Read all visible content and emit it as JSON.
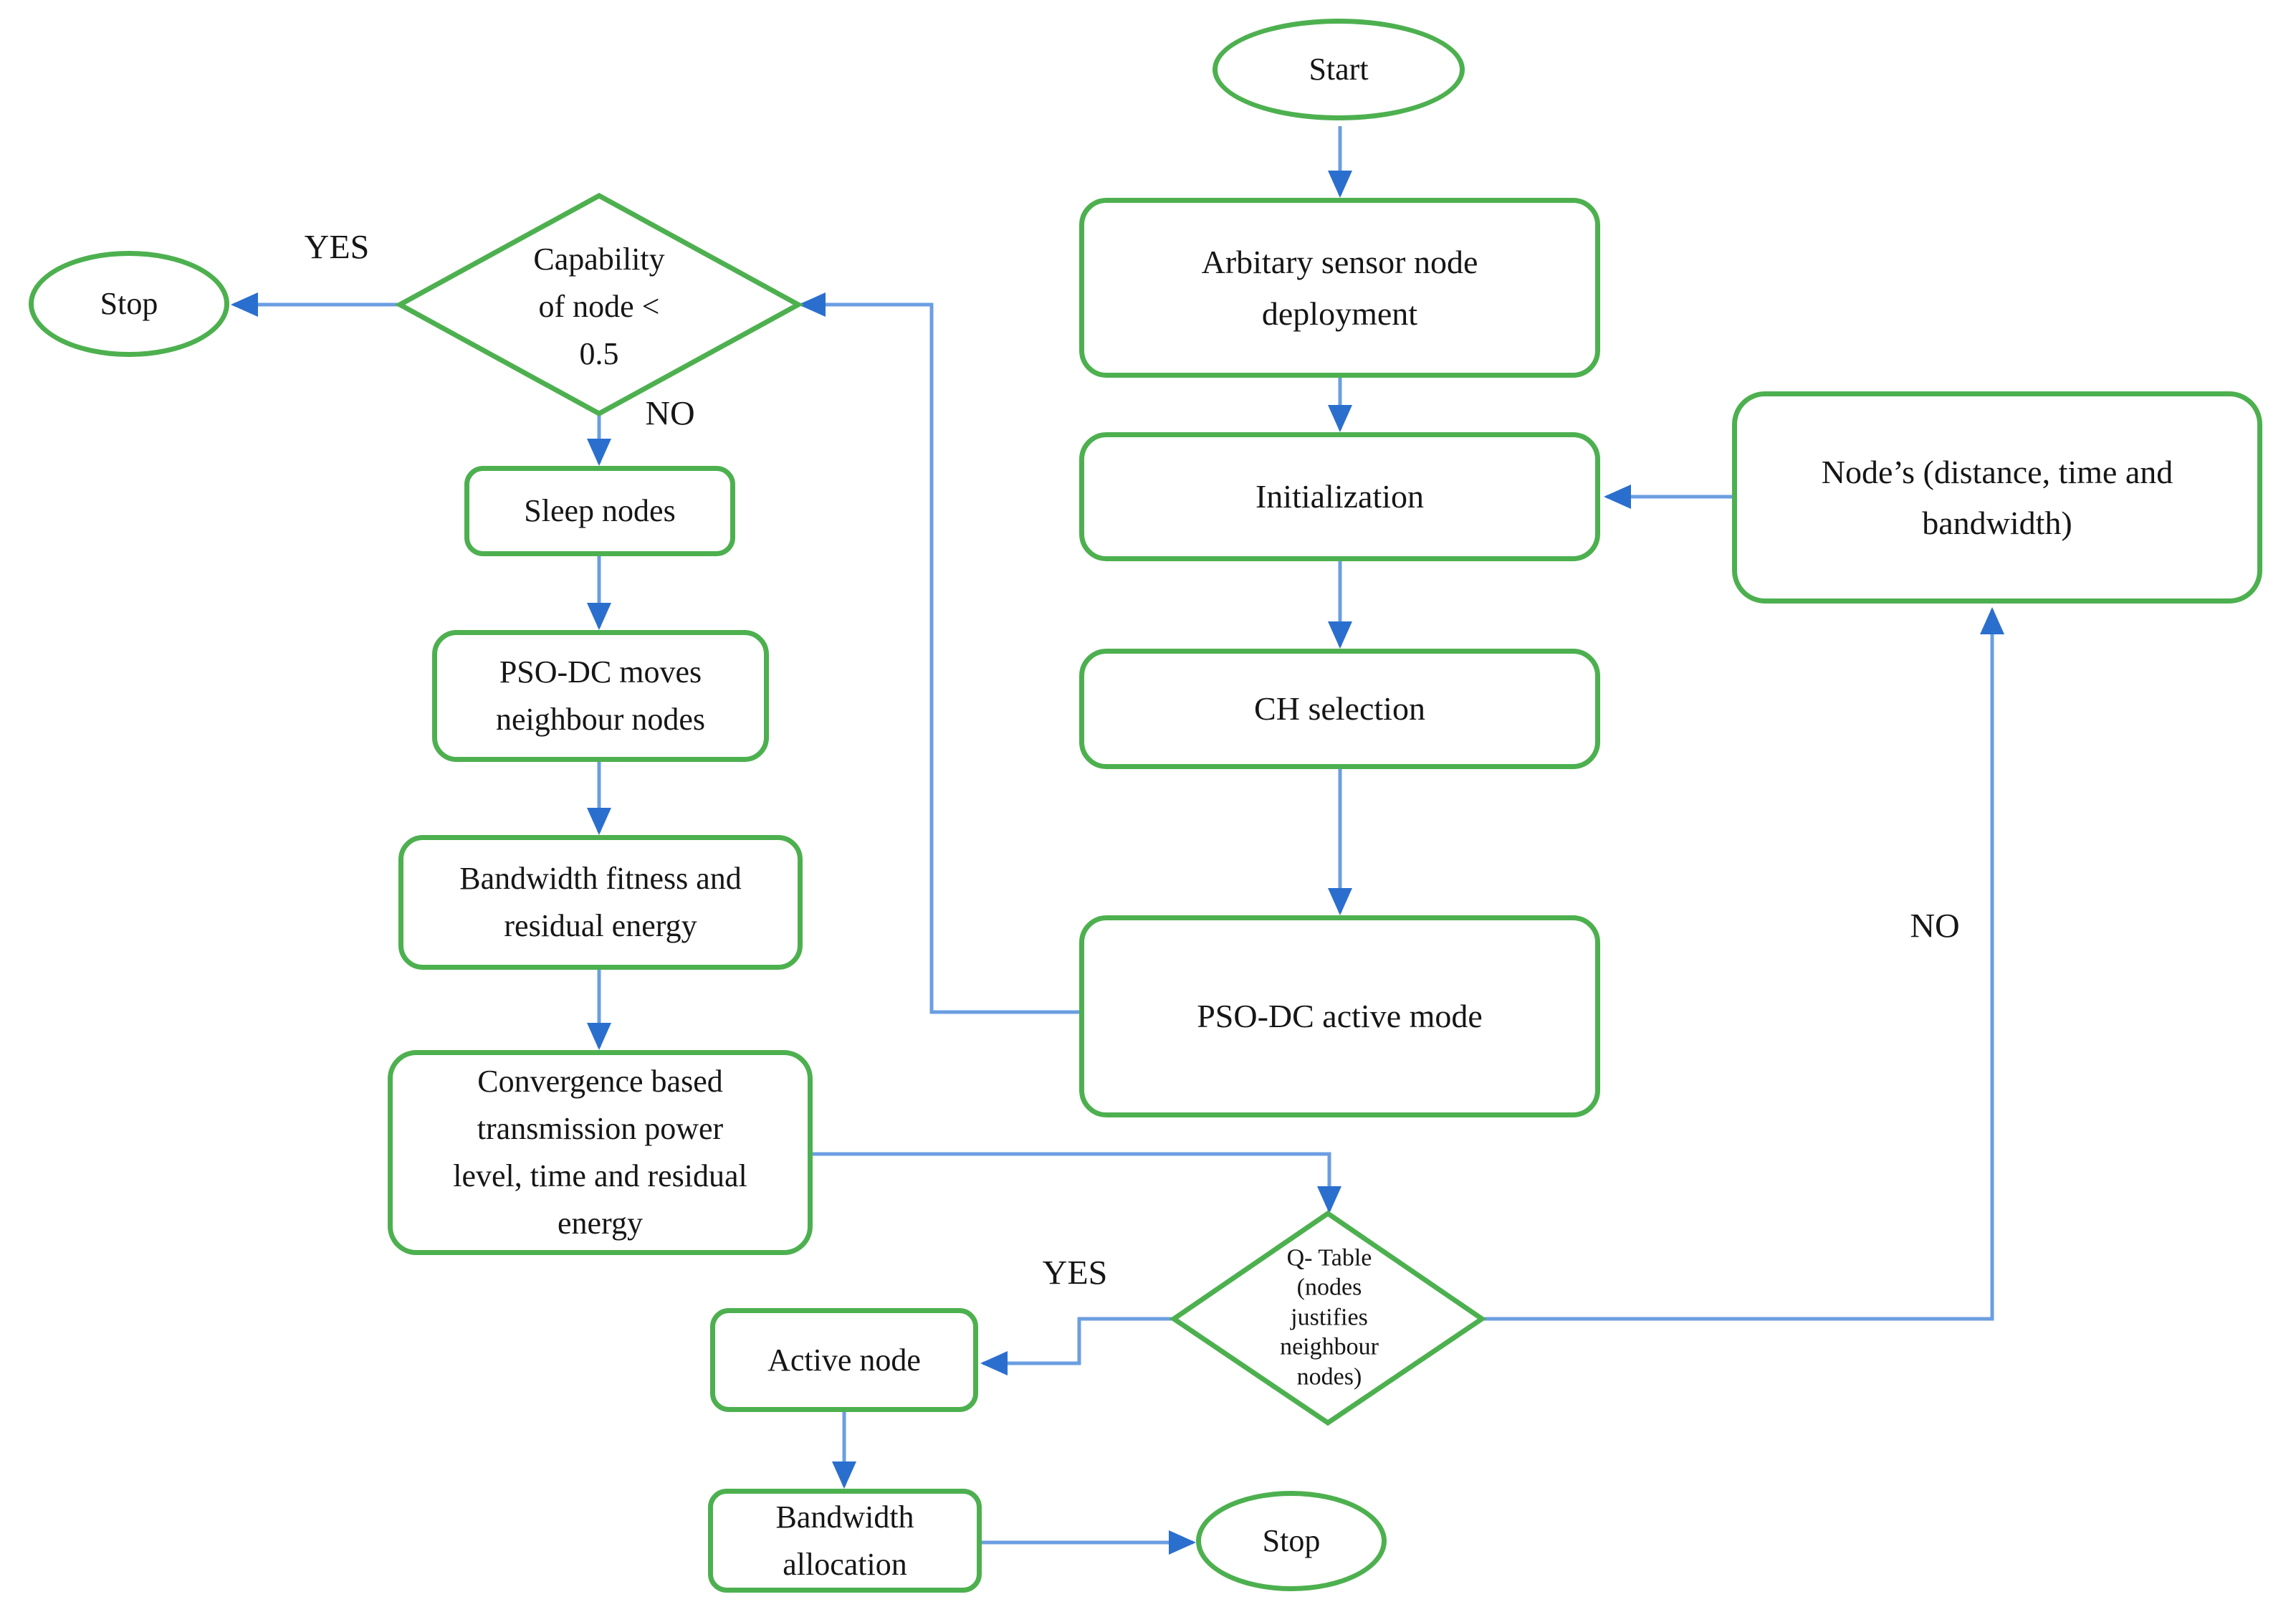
{
  "colors": {
    "shape_border": "#4db04f",
    "connector": "#6b9ee2",
    "arrowhead": "#2b6fce",
    "text": "#161616",
    "background": "#ffffff"
  },
  "nodes": {
    "start": "Start",
    "arbitrary_deployment": "Arbitary sensor node\ndeployment",
    "initialization": "Initialization",
    "ch_selection": "CH selection",
    "pso_active": "PSO-DC active mode",
    "nodes_info": "Node’s (distance, time and\nbandwidth)",
    "capability_decision": "Capability\nof node <\n0.5",
    "stop_left": "Stop",
    "sleep_nodes": "Sleep nodes",
    "pso_moves": "PSO-DC moves\nneighbour nodes",
    "bandwidth_fitness": "Bandwidth fitness and\nresidual energy",
    "convergence": "Convergence based\ntransmission power\nlevel, time and residual\nenergy",
    "q_table_decision": "Q- Table\n(nodes\njustifies\nneighbour\nnodes)",
    "active_node": "Active node",
    "bandwidth_allocation": "Bandwidth\nallocation",
    "stop_bottom": "Stop"
  },
  "edge_labels": {
    "capability_yes": "YES",
    "capability_no": "NO",
    "q_table_yes": "YES",
    "q_table_no": "NO"
  }
}
